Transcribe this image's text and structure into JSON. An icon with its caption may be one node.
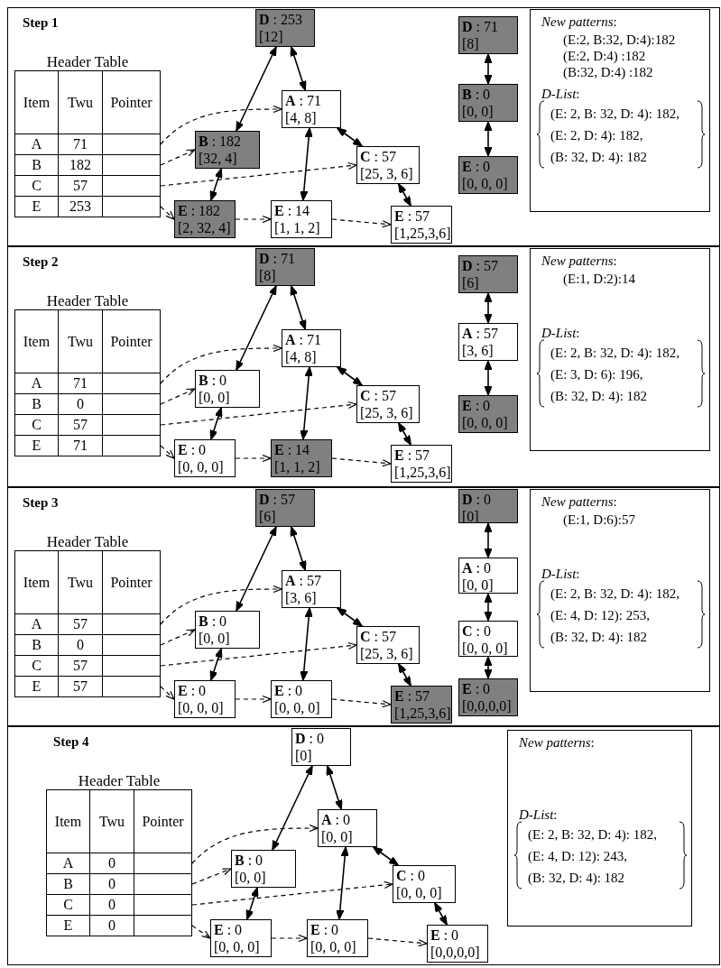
{
  "diagram": {
    "nodes": [
      {
        "text": [
          "Step 1"
        ]
      },
      {
        "text": [
          "Header Table",
          "Item",
          "Twu",
          "Pointer",
          "A",
          "71",
          "B",
          "182",
          "C",
          "57",
          "E",
          "253"
        ],
        "in": 0
      },
      {
        "text": [],
        "shape": "box",
        "in": 1
      },
      {
        "text": [],
        "shape": "box",
        "in": 1
      },
      {
        "text": [],
        "shape": "box",
        "in": 1
      },
      {
        "text": [],
        "shape": "box",
        "in": 1
      },
      {
        "text": [
          "**D** : 253",
          "[12]"
        ],
        "in": 0
      },
      {
        "text": [
          "**A** : 71",
          "[4, 8]"
        ],
        "in": 0
      },
      {
        "text": [
          "**B** : 182",
          "[32, 4]"
        ],
        "in": 0
      },
      {
        "text": [
          "**C** : 57",
          "[25, 3, 6]"
        ],
        "in": 0
      },
      {
        "text": [
          "**E** : 182",
          "[2, 32, 4]"
        ],
        "in": 0
      },
      {
        "text": [
          "**E** : 14",
          "[1, 1, 2]"
        ],
        "in": 0
      },
      {
        "text": [
          "**E** : 57",
          "[1,25,3,6]"
        ],
        "in": 0
      },
      {
        "text": [
          "**D** : 71",
          "[8]"
        ],
        "in": 0
      },
      {
        "text": [
          "**B** : 0",
          "[0, 0]"
        ],
        "in": 0
      },
      {
        "text": [
          "**E** : 0",
          "[0, 0, 0]"
        ],
        "in": 0
      },
      {
        "text": [
          "*New patterns*:",
          "(E:2, B:32, D:4):182",
          "(E:2, D:4) :182",
          "(B:32, D:4) :182",
          "*D-List*:",
          "(E: 2, B: 32, D: 4): 182,",
          "(E: 2, D: 4): 182,",
          "(B: 32, D: 4): 182"
        ],
        "in": 0
      },
      {
        "text": [
          "Step 2"
        ]
      },
      {
        "text": [
          "Header Table",
          "Item",
          "Twu",
          "Pointer",
          "A",
          "71",
          "B",
          "0",
          "C",
          "57",
          "E",
          "71"
        ],
        "in": 17
      },
      {
        "text": [],
        "shape": "box",
        "in": 18
      },
      {
        "text": [],
        "shape": "box",
        "in": 18
      },
      {
        "text": [],
        "shape": "box",
        "in": 18
      },
      {
        "text": [],
        "shape": "box",
        "in": 18
      },
      {
        "text": [
          "**D** : 71",
          "[8]"
        ],
        "in": 17
      },
      {
        "text": [
          "**A** : 71",
          "[4, 8]"
        ],
        "in": 17
      },
      {
        "text": [
          "**B** : 0",
          "[0, 0]"
        ],
        "in": 17
      },
      {
        "text": [
          "**C** : 57",
          "[25, 3, 6]"
        ],
        "in": 17
      },
      {
        "text": [
          "**E** : 0",
          "[0, 0, 0]"
        ],
        "in": 17
      },
      {
        "text": [
          "**E** : 14",
          "[1, 1, 2]"
        ],
        "in": 17
      },
      {
        "text": [
          "**E** : 57",
          "[1,25,3,6]"
        ],
        "in": 17
      },
      {
        "text": [
          "**D** : 57",
          "[6]"
        ],
        "in": 17
      },
      {
        "text": [
          "**A** : 57",
          "[3, 6]"
        ],
        "in": 17
      },
      {
        "text": [
          "**E** : 0",
          "[0, 0, 0]"
        ],
        "in": 17
      },
      {
        "text": [
          "*New patterns*:",
          "(E:1, D:2):14",
          "*D-List*:",
          "(E: 2, B: 32, D: 4): 182,",
          "(E: 3, D: 6): 196,",
          "(B: 32, D: 4): 182"
        ],
        "in": 17
      },
      {
        "text": [
          "Step 3"
        ]
      },
      {
        "text": [
          "Header Table",
          "Item",
          "Twu",
          "Pointer",
          "A",
          "57",
          "B",
          "0",
          "C",
          "57",
          "E",
          "57"
        ],
        "in": 34
      },
      {
        "text": [],
        "shape": "box",
        "in": 35
      },
      {
        "text": [],
        "shape": "box",
        "in": 35
      },
      {
        "text": [],
        "shape": "box",
        "in": 35
      },
      {
        "text": [],
        "shape": "box",
        "in": 35
      },
      {
        "text": [
          "**D** : 57",
          "[6]"
        ],
        "in": 34
      },
      {
        "text": [
          "**A** : 57",
          "[3, 6]"
        ],
        "in": 34
      },
      {
        "text": [
          "**B** : 0",
          "[0, 0]"
        ],
        "in": 34
      },
      {
        "text": [
          "**C** : 57",
          "[25, 3, 6]"
        ],
        "in": 34
      },
      {
        "text": [
          "**E** : 0",
          "[0, 0, 0]"
        ],
        "in": 34
      },
      {
        "text": [
          "**E** : 0",
          "[0, 0, 0]"
        ],
        "in": 34
      },
      {
        "text": [
          "**E** : 57",
          "[1,25,3,6]"
        ],
        "in": 34
      },
      {
        "text": [
          "**D** : 0",
          "[0]"
        ],
        "in": 34
      },
      {
        "text": [
          "**A** : 0",
          "[0, 0]"
        ],
        "in": 34
      },
      {
        "text": [
          "**C** : 0",
          "[0, 0, 0]"
        ],
        "in": 34
      },
      {
        "text": [
          "**E** : 0",
          "[0,0,0,0]"
        ],
        "in": 34
      },
      {
        "text": [
          "*New patterns*:",
          "(E:1, D:6):57",
          "*D-List*:",
          "(E: 2, B: 32, D: 4): 182,",
          "(E: 4, D: 12): 253,",
          "(B: 32, D: 4): 182"
        ],
        "in": 34
      },
      {
        "text": [
          "Step 4"
        ]
      },
      {
        "text": [
          "Header Table",
          "Item",
          "Twu",
          "Pointer",
          "A",
          "0",
          "B",
          "0",
          "C",
          "0",
          "E",
          "0"
        ],
        "in": 52
      },
      {
        "text": [],
        "shape": "box",
        "in": 53
      },
      {
        "text": [],
        "shape": "box",
        "in": 53
      },
      {
        "text": [],
        "shape": "box",
        "in": 53
      },
      {
        "text": [],
        "shape": "box",
        "in": 53
      },
      {
        "text": [
          "**D** : 0",
          "[0]"
        ],
        "in": 52
      },
      {
        "text": [
          "**A** : 0",
          "[0, 0]"
        ],
        "in": 52
      },
      {
        "text": [
          "**B** : 0",
          "[0, 0]"
        ],
        "in": 52
      },
      {
        "text": [
          "**C** : 0",
          "[0, 0, 0]"
        ],
        "in": 52
      },
      {
        "text": [
          "**E** : 0",
          "[0, 0, 0]"
        ],
        "in": 52
      },
      {
        "text": [
          "**E** : 0",
          "[0, 0, 0]"
        ],
        "in": 52
      },
      {
        "text": [
          "**E** : 0",
          "[0,0,0,0]"
        ],
        "in": 52
      },
      {
        "text": [
          "*New patterns*:",
          "*D-List*:",
          "(E: 2, B: 32, D: 4): 182,",
          "(E: 4, D: 12): 243,",
          "(B: 32, D: 4): 182"
        ],
        "in": 52
      }
    ],
    "edges": [
      {
        "from": 6,
        "to": 8,
        "arrow": "both"
      },
      {
        "from": 6,
        "to": 7,
        "arrow": "both"
      },
      {
        "from": 7,
        "to": 9,
        "arrow": "both"
      },
      {
        "from": 8,
        "to": 10,
        "arrow": "both"
      },
      {
        "from": 7,
        "to": 11,
        "arrow": "both"
      },
      {
        "from": 9,
        "to": 12,
        "arrow": "both"
      },
      {
        "from": 2,
        "to": 7,
        "arrow": "to",
        "style": "dashed"
      },
      {
        "from": 3,
        "to": 8,
        "arrow": "to",
        "style": "dashed"
      },
      {
        "from": 4,
        "to": 9,
        "arrow": "to",
        "style": "dashed"
      },
      {
        "from": 5,
        "to": 10,
        "arrow": "to",
        "style": "dashed"
      },
      {
        "from": 10,
        "to": 11,
        "arrow": "to",
        "style": "dashed"
      },
      {
        "from": 11,
        "to": 12,
        "arrow": "to",
        "style": "dashed"
      },
      {
        "from": 13,
        "to": 14,
        "arrow": "both"
      },
      {
        "from": 14,
        "to": 15,
        "arrow": "both"
      },
      {
        "from": 23,
        "to": 25,
        "arrow": "both"
      },
      {
        "from": 23,
        "to": 24,
        "arrow": "both"
      },
      {
        "from": 24,
        "to": 26,
        "arrow": "both"
      },
      {
        "from": 25,
        "to": 27,
        "arrow": "both"
      },
      {
        "from": 24,
        "to": 28,
        "arrow": "both"
      },
      {
        "from": 26,
        "to": 29,
        "arrow": "both"
      },
      {
        "from": 19,
        "to": 24,
        "arrow": "to",
        "style": "dashed"
      },
      {
        "from": 20,
        "to": 25,
        "arrow": "to",
        "style": "dashed"
      },
      {
        "from": 21,
        "to": 26,
        "arrow": "to",
        "style": "dashed"
      },
      {
        "from": 22,
        "to": 27,
        "arrow": "to",
        "style": "dashed"
      },
      {
        "from": 27,
        "to": 28,
        "arrow": "to",
        "style": "dashed"
      },
      {
        "from": 28,
        "to": 29,
        "arrow": "to",
        "style": "dashed"
      },
      {
        "from": 30,
        "to": 31,
        "arrow": "both"
      },
      {
        "from": 31,
        "to": 32,
        "arrow": "both"
      },
      {
        "from": 40,
        "to": 42,
        "arrow": "both"
      },
      {
        "from": 40,
        "to": 41,
        "arrow": "both"
      },
      {
        "from": 41,
        "to": 43,
        "arrow": "both"
      },
      {
        "from": 42,
        "to": 44,
        "arrow": "both"
      },
      {
        "from": 41,
        "to": 45,
        "arrow": "both"
      },
      {
        "from": 43,
        "to": 46,
        "arrow": "both"
      },
      {
        "from": 36,
        "to": 41,
        "arrow": "to",
        "style": "dashed"
      },
      {
        "from": 37,
        "to": 42,
        "arrow": "to",
        "style": "dashed"
      },
      {
        "from": 38,
        "to": 43,
        "arrow": "to",
        "style": "dashed"
      },
      {
        "from": 39,
        "to": 44,
        "arrow": "to",
        "style": "dashed"
      },
      {
        "from": 44,
        "to": 45,
        "arrow": "to",
        "style": "dashed"
      },
      {
        "from": 45,
        "to": 46,
        "arrow": "to",
        "style": "dashed"
      },
      {
        "from": 47,
        "to": 48,
        "arrow": "both"
      },
      {
        "from": 48,
        "to": 49,
        "arrow": "both"
      },
      {
        "from": 49,
        "to": 50,
        "arrow": "both"
      },
      {
        "from": 58,
        "to": 60,
        "arrow": "both"
      },
      {
        "from": 58,
        "to": 59,
        "arrow": "both"
      },
      {
        "from": 59,
        "to": 61,
        "arrow": "both"
      },
      {
        "from": 60,
        "to": 62,
        "arrow": "both"
      },
      {
        "from": 59,
        "to": 63,
        "arrow": "both"
      },
      {
        "from": 61,
        "to": 64,
        "arrow": "both"
      },
      {
        "from": 54,
        "to": 59,
        "arrow": "to",
        "style": "dashed"
      },
      {
        "from": 55,
        "to": 60,
        "arrow": "to",
        "style": "dashed"
      },
      {
        "from": 56,
        "to": 61,
        "arrow": "to",
        "style": "dashed"
      },
      {
        "from": 57,
        "to": 62,
        "arrow": "to",
        "style": "dashed"
      },
      {
        "from": 62,
        "to": 63,
        "arrow": "to",
        "style": "dashed"
      },
      {
        "from": 63,
        "to": 64,
        "arrow": "to",
        "style": "dashed"
      }
    ]
  }
}
